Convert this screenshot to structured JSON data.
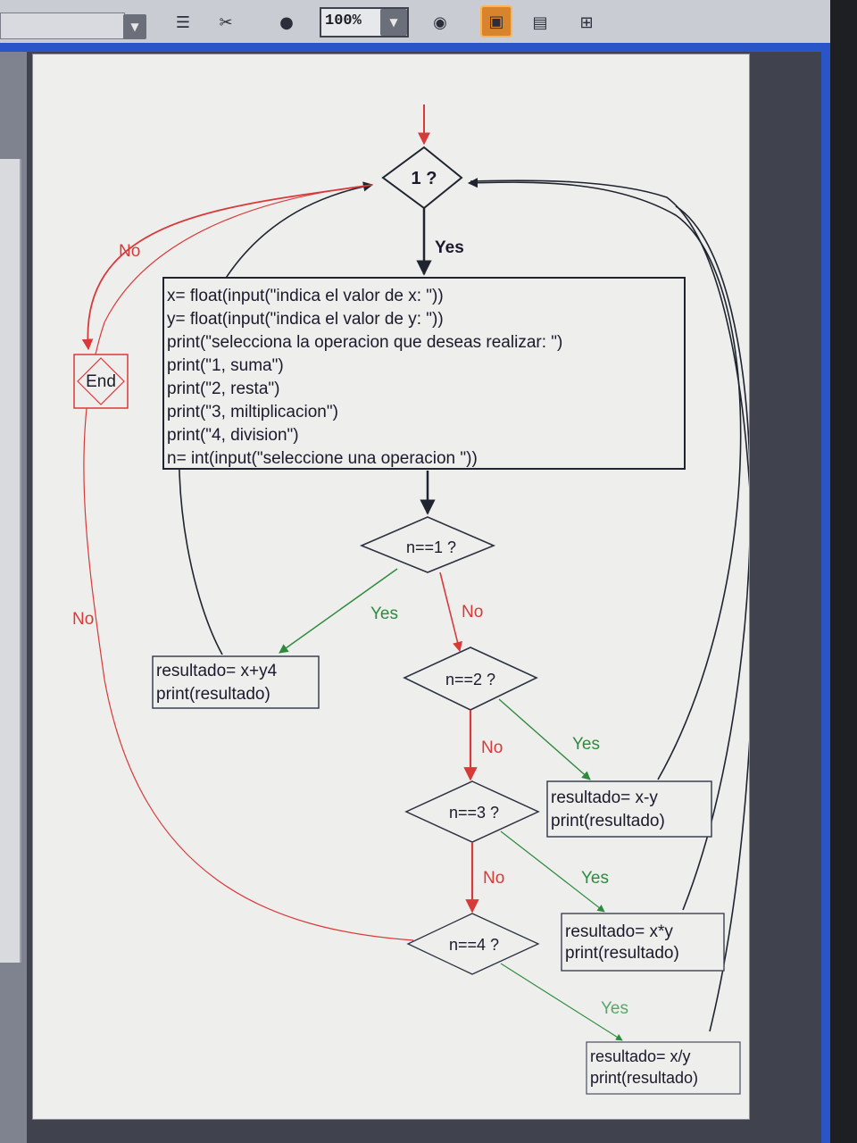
{
  "toolbar": {
    "zoom_value": "100%",
    "icons": [
      "list-icon",
      "cut-icon",
      "palette-icon",
      "zoom-dropdown",
      "globe-icon",
      "save-icon",
      "print-icon",
      "export-icon"
    ]
  },
  "flowchart": {
    "start_decision": "1 ?",
    "end_label": "End",
    "process_lines": [
      "x= float(input(\"indica el valor de x: \"))",
      "y= float(input(\"indica el valor de y: \"))",
      "print(\"selecciona la operacion que deseas realizar: \")",
      "print(\"1, suma\")",
      "print(\"2, resta\")",
      "print(\"3, miltiplicacion\")",
      "print(\"4, division\")",
      "n= int(input(\"seleccione una operacion \"))"
    ],
    "decisions": [
      "n==1 ?",
      "n==2 ?",
      "n==3 ?",
      "n==4 ?"
    ],
    "results": [
      [
        "resultado= x+y4",
        "print(resultado)"
      ],
      [
        "resultado= x-y",
        "print(resultado)"
      ],
      [
        "resultado= x*y",
        "print(resultado)"
      ],
      [
        "resultado= x/y",
        "print(resultado)"
      ]
    ],
    "labels": {
      "yes": "Yes",
      "no": "No"
    }
  },
  "colors": {
    "yes_arrow": "#2e8b3e",
    "no_arrow": "#d83a3a",
    "loop_line": "#1f2430",
    "box_border": "#3a4152"
  }
}
